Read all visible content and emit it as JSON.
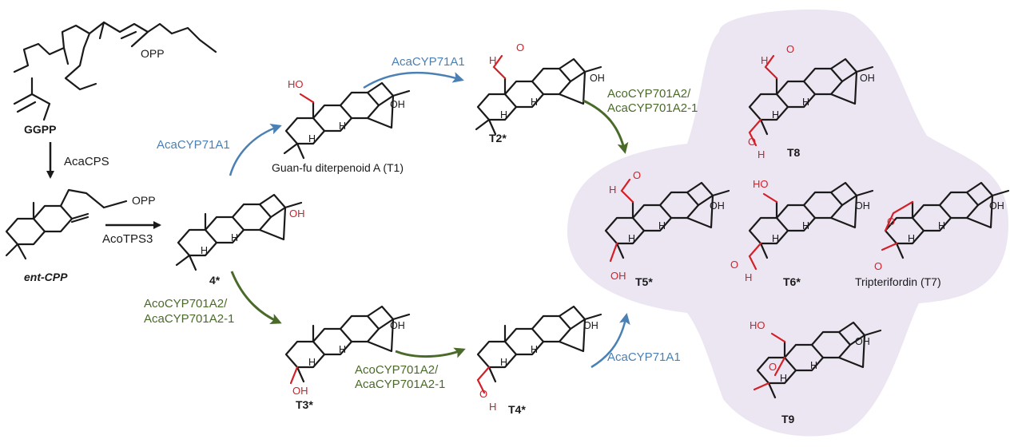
{
  "colors": {
    "blue_enzyme": "#4a80b3",
    "green_enzyme": "#4a6a2a",
    "heteroatom_red": "#d41f26",
    "highlight_region": "#ece6f3",
    "black": "#1a1a1a"
  },
  "compounds": {
    "ggpp": "GGPP",
    "ent_cpp": "ent-CPP",
    "c4": "4*",
    "t1": "Guan-fu diterpenoid A (T1)",
    "t2": "T2*",
    "t3": "T3*",
    "t4": "T4*",
    "t5": "T5*",
    "t6": "T6*",
    "t7": "Tripterifordin (T7)",
    "t8": "T8",
    "t9": "T9"
  },
  "enzymes": {
    "acacps": "AcaCPS",
    "acotps3": "AcoTPS3",
    "acacyp71a1": "AcaCYP71A1",
    "acocyp701a2": "AcoCYP701A2/",
    "acacyp701a2_1": "AcaCYP701A2-1"
  },
  "atoms": {
    "opp": "OPP",
    "oh": "OH",
    "ho": "HO",
    "h": "H",
    "o": "O"
  }
}
